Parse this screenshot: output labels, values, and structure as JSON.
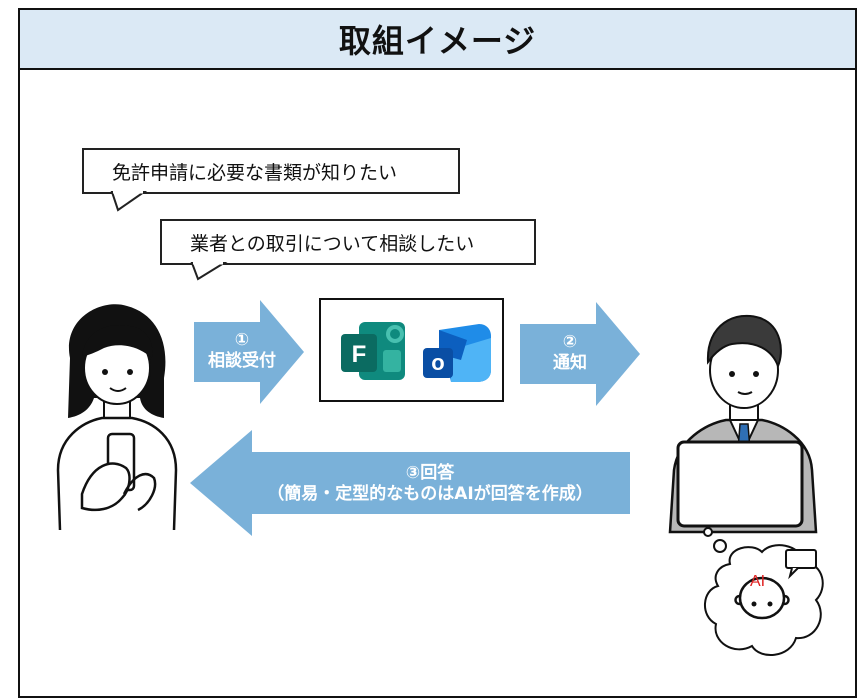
{
  "title": "取組イメージ",
  "bubbles": {
    "first": "免許申請に必要な書類が知りたい",
    "second": "業者との取引について相談したい"
  },
  "steps": {
    "step1_num": "①",
    "step1_label": "相談受付",
    "step2_num": "②",
    "step2_label": "通知",
    "step3_line1": "③回答",
    "step3_line2": "（簡易・定型的なものはAIが回答を作成）"
  },
  "apps": {
    "forms_letter": "F",
    "outlook_letter": "o"
  },
  "ai_label": "AI",
  "colors": {
    "title_bg": "#dbe9f5",
    "arrow_fill": "#7ab1d9",
    "ai_text": "#e02020"
  }
}
